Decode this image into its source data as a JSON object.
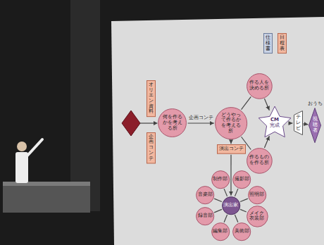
{
  "diagram": {
    "nodes": [
      {
        "text": [
          "オリエン資料"
        ]
      },
      {
        "text": [
          "企画コンテ"
        ]
      },
      {
        "text": [
          "何を作るかを考える所"
        ]
      },
      {
        "text": [
          "どうやって作るかを考える所"
        ]
      },
      {
        "text": [
          "仕様書"
        ]
      },
      {
        "text": [
          "日程表"
        ]
      },
      {
        "text": [
          "作る人を決める所"
        ]
      },
      {
        "text": [
          "作るものを作る所"
        ]
      },
      {
        "text": [
          "CM",
          "完成"
        ]
      },
      {
        "text": [
          "テレビ"
        ]
      },
      {
        "text": [
          "おうち",
          "視聴者"
        ]
      },
      {
        "text": [
          "演出コンテ"
        ]
      },
      {
        "text": [
          "演出家"
        ]
      },
      {
        "text": [
          "撮影部"
        ]
      },
      {
        "text": [
          "照明部"
        ]
      },
      {
        "text": [
          "メイク衣装部"
        ]
      },
      {
        "text": [
          "美術部"
        ]
      },
      {
        "text": [
          "編集部"
        ]
      },
      {
        "text": [
          "録音部"
        ]
      },
      {
        "text": [
          "音楽部"
        ]
      },
      {
        "text": [
          "制作部"
        ]
      }
    ],
    "edges": [
      {
        "from": 2,
        "to": 3,
        "label": "企画コンテ",
        "arrow": "to"
      },
      {
        "from": 3,
        "to": 6,
        "arrow": "none"
      },
      {
        "from": 3,
        "to": 7,
        "arrow": "none"
      },
      {
        "from": 6,
        "to": 8,
        "arrow": "to"
      },
      {
        "from": 7,
        "to": 8,
        "arrow": "to"
      },
      {
        "from": 8,
        "to": 9,
        "arrow": "to"
      },
      {
        "from": 9,
        "to": 10,
        "arrow": "to"
      },
      {
        "from": 3,
        "to": 11,
        "arrow": "to"
      },
      {
        "from": 11,
        "to": 12,
        "arrow": "to"
      },
      {
        "from": 12,
        "to": 13,
        "arrow": "none"
      },
      {
        "from": 12,
        "to": 14,
        "arrow": "none"
      },
      {
        "from": 12,
        "to": 15,
        "arrow": "none"
      },
      {
        "from": 12,
        "to": 16,
        "arrow": "none"
      },
      {
        "from": 12,
        "to": 17,
        "arrow": "none"
      },
      {
        "from": 12,
        "to": 18,
        "arrow": "none"
      },
      {
        "from": 12,
        "to": 19,
        "arrow": "none"
      },
      {
        "from": 12,
        "to": 20,
        "arrow": "none"
      }
    ]
  }
}
